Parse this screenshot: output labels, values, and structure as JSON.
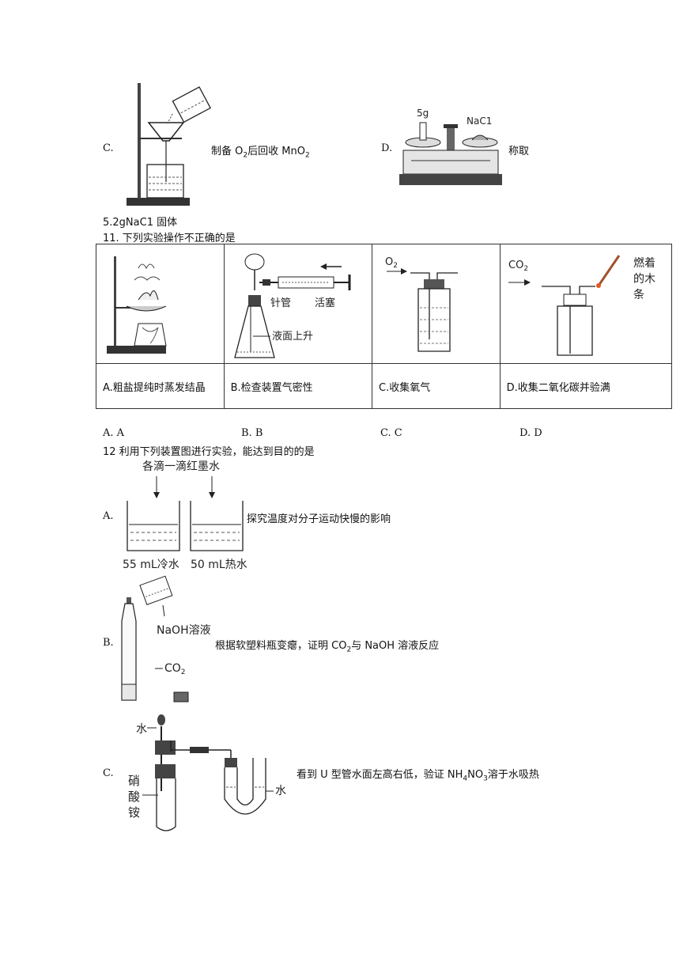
{
  "q10_tail": {
    "c_letter": "C.",
    "c_text": "制备 O",
    "c_text_sub": "2",
    "c_text_after": "后回收 MnO",
    "c_text_sub2": "2",
    "d_letter": "D.",
    "d_text": "称取",
    "d_weight_label": "5g",
    "d_nacl_label": "NaC1",
    "continuation": "5.2gNaC1 固体"
  },
  "q11": {
    "stem": "11. 下列实验操作不正确的是",
    "b_labels": {
      "needle": "针管",
      "plunger": "活塞",
      "rise": "液面上升"
    },
    "c_gas": "O",
    "c_gas_sub": "2",
    "d_gas": "CO",
    "d_gas_sub": "2",
    "d_stick": [
      "燃着",
      "的木",
      "条"
    ],
    "captions": [
      "A.粗盐提纯时蒸发结晶",
      "B.检查装置气密性",
      "C.收集氧气",
      "D.收集二氧化碳并验满"
    ],
    "answers": [
      "A. A",
      "B. B",
      "C. C",
      "D. D"
    ]
  },
  "q12": {
    "stem": "12 利用下列装置图进行实验，能达到目的的是",
    "a_letter": "A.",
    "a_top_label": "各滴一滴红墨水",
    "a_cold": "55 mL冷水",
    "a_hot": "50 mL热水",
    "a_text": "探究温度对分子运动快慢的影响",
    "b_letter": "B.",
    "b_naoh": "NaOH溶液",
    "b_co2": "CO",
    "b_co2_sub": "2",
    "b_text_before": "根据软塑料瓶变瘪，证明 CO",
    "b_text_sub": "2",
    "b_text_after": "与 NaOH 溶液反应",
    "c_letter": "C.",
    "c_water_top": "水",
    "c_salt": [
      "硝",
      "酸",
      "铵"
    ],
    "c_water_u": "水",
    "c_text_before": "看到 U 型管水面左高右低，验证 NH",
    "c_text_sub1": "4",
    "c_text_mid": "NO",
    "c_text_sub2": "3",
    "c_text_after": "溶于水吸热"
  }
}
